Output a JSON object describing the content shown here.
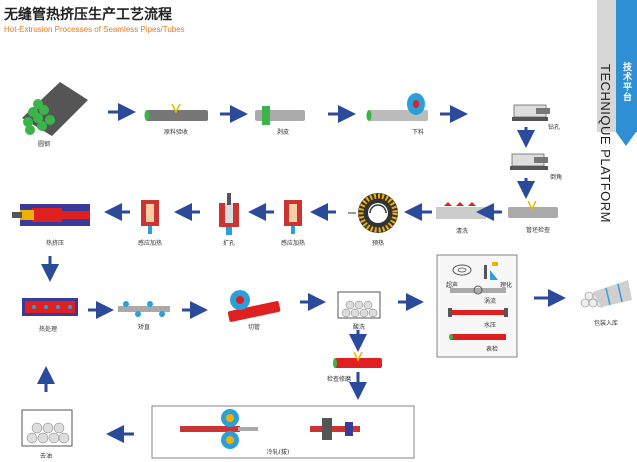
{
  "header": {
    "title_zh": "无缝管热挤压生产工艺流程",
    "title_en": "Hot-Extrusion Processes of Seamless Pipes/Tubes"
  },
  "sidebar": {
    "tag": "技术平台",
    "english": "TECHNIQUE PLATFORM",
    "color": "#2e8fd4"
  },
  "steps": {
    "round_steel": "圆钢",
    "raw_inspection": "原料验收",
    "peeling": "剥皮",
    "cutting": "下料",
    "drilling": "钻孔",
    "chamfer": "倒角",
    "billet_inspection": "管坯检查",
    "cleaning": "清洗",
    "preheat": "预热",
    "induction_heat_1": "感应加热",
    "reaming": "扩孔",
    "induction_heat_2": "感应加热",
    "hot_extrusion": "热挤压",
    "heat_treatment": "热处理",
    "straightening": "矫直",
    "cut_tube": "切管",
    "pickling": "酸洗",
    "inspect_grind": "检查修磨",
    "degrease": "去油",
    "cold_rolling": "冷轧(拔)",
    "packing": "包装入库"
  },
  "ndt_box": {
    "ultrasonic": "超声",
    "physchem": "理化",
    "eddy": "涡流",
    "hydro": "水压",
    "surface": "表检"
  },
  "colors": {
    "arrow": "#2b4a9a",
    "tube_red": "#e02020",
    "tube_gray": "#8a8a8a",
    "tube_green": "#2fa040"
  }
}
